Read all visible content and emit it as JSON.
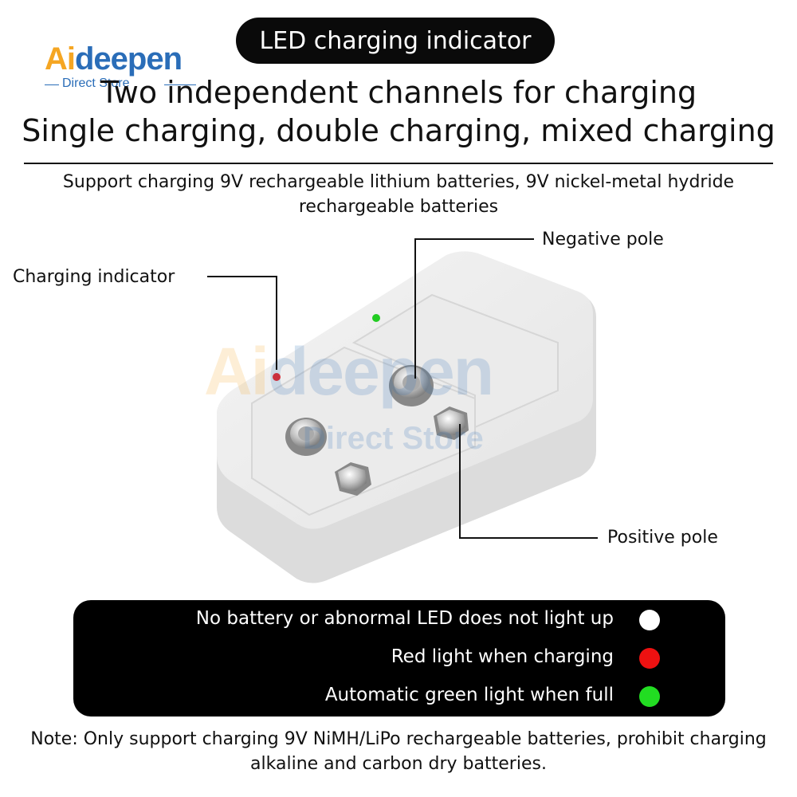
{
  "brand": {
    "logo_text_a": "Ai",
    "logo_text_b": "deepen",
    "logo_subtitle": "Direct Store",
    "watermark_main": "Aideepen",
    "watermark_sub": "Direct Store",
    "accent_orange": "#f5a623",
    "accent_blue": "#2a6db8"
  },
  "header": {
    "badge": "LED charging indicator",
    "line1": "Two independent channels for charging",
    "line2": "Single charging, double charging, mixed charging"
  },
  "support_text": "Support charging 9V rechargeable lithium batteries, 9V nickel-metal hydride rechargeable batteries",
  "callouts": {
    "negative": "Negative pole",
    "indicator": "Charging indicator",
    "positive": "Positive pole"
  },
  "legend": {
    "items": [
      {
        "label": "No battery or abnormal LED does not light up",
        "color": "#ffffff"
      },
      {
        "label": "Red light when charging",
        "color": "#ee1111"
      },
      {
        "label": "Automatic green light when full",
        "color": "#22dd22"
      }
    ]
  },
  "note": "Note: Only support charging 9V NiMH/LiPo rechargeable batteries, prohibit charging alkaline and carbon dry batteries."
}
